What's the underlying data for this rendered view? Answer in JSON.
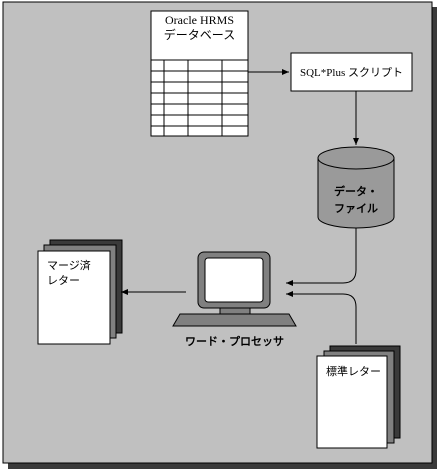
{
  "diagram": {
    "database": {
      "title_line1": "Oracle HRMS",
      "title_line2": "データベース"
    },
    "script": {
      "label": "SQL*Plus スクリプト"
    },
    "datafile": {
      "label_line1": "データ・",
      "label_line2": "ファイル"
    },
    "merged_letters": {
      "label_line1": "マージ済",
      "label_line2": "レター"
    },
    "word_processor": {
      "label": "ワード・プロセッサ"
    },
    "standard_letter": {
      "label": "標準レター"
    },
    "colors": {
      "background": "#c0c0c0",
      "shadow": "#3a3a3a",
      "paper": "#ffffff",
      "dark_gray": "#808080",
      "mid_gray": "#9a9a9a",
      "line": "#000000"
    }
  }
}
